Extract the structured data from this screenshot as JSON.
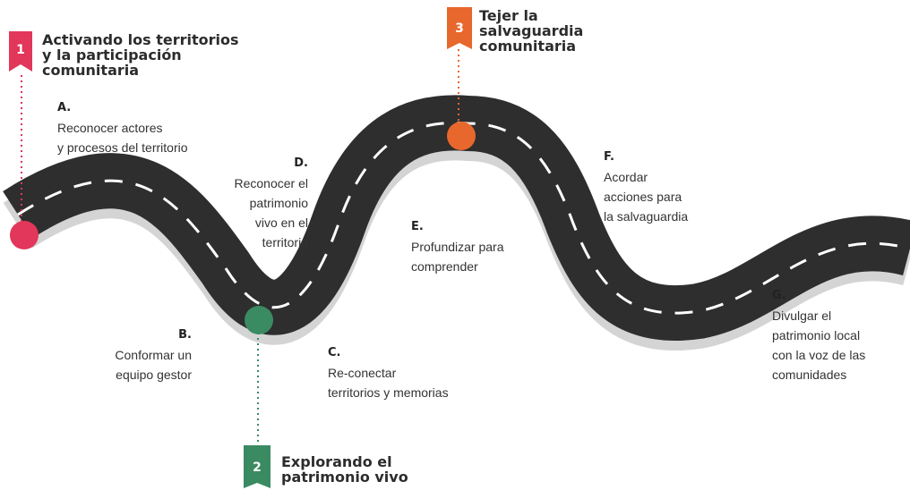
{
  "phases": [
    {
      "number": "1",
      "title_lines": [
        "Activando los territorios",
        "y la participación",
        "comunitaria"
      ],
      "color": "#e2365a"
    },
    {
      "number": "2",
      "title_lines": [
        "Explorando el",
        "patrimonio vivo"
      ],
      "color": "#3a8a62"
    },
    {
      "number": "3",
      "title_lines": [
        "Tejer la",
        "salvaguardia",
        "comunitaria"
      ],
      "color": "#e8672c"
    }
  ],
  "steps": [
    {
      "letter": "A.",
      "lines": [
        "Reconocer actores",
        "y procesos del territorio"
      ]
    },
    {
      "letter": "B.",
      "lines": [
        "Conformar un",
        "equipo gestor"
      ]
    },
    {
      "letter": "C.",
      "lines": [
        "Re-conectar",
        "territorios y memorias"
      ]
    },
    {
      "letter": "D.",
      "lines": [
        "Reconocer el",
        "patrimonio",
        "vivo en el",
        "territorio"
      ]
    },
    {
      "letter": "E.",
      "lines": [
        "Profundizar para",
        "comprender"
      ]
    },
    {
      "letter": "F.",
      "lines": [
        "Acordar",
        "acciones para",
        "la salvaguardia"
      ]
    },
    {
      "letter": "G.",
      "lines": [
        "Divulgar el",
        "patrimonio local",
        "con la voz de las",
        "comunidades"
      ]
    }
  ],
  "colors": {
    "road": "#2e2e2e",
    "road_shadow": "#d4d4d4",
    "lane_marking": "#ffffff"
  }
}
